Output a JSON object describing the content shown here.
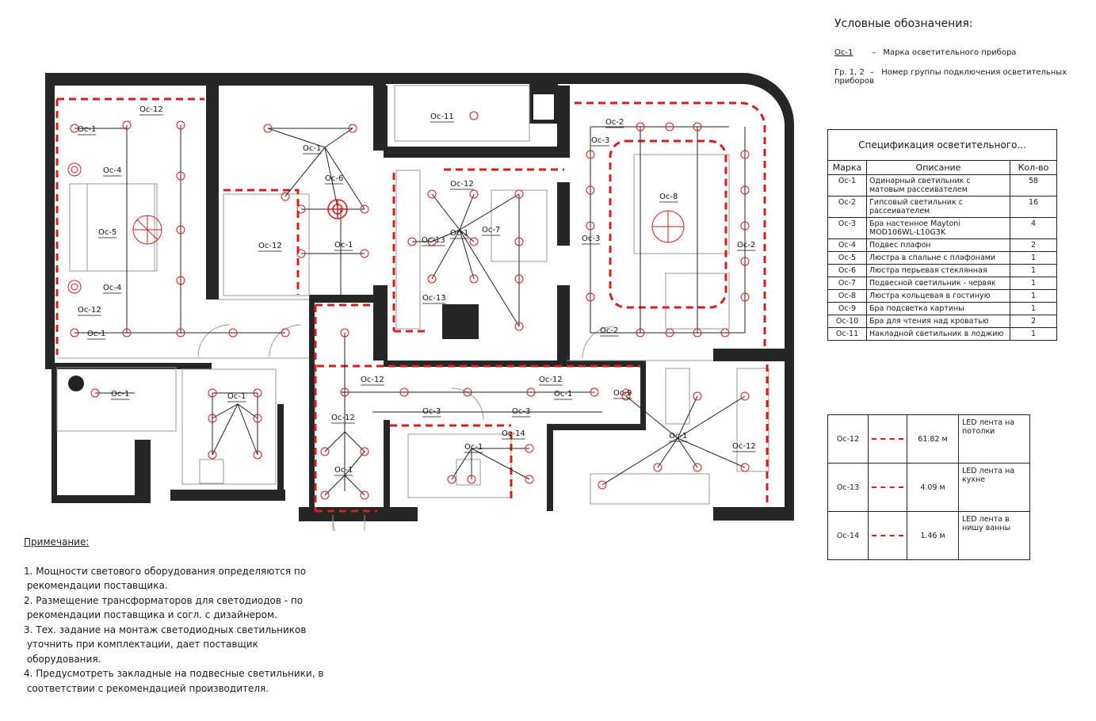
{
  "legend": {
    "title": "Условные обозначения:",
    "rows": [
      {
        "mark": "Ос-1",
        "sep": "–",
        "desc": "Марка осветительного прибора"
      },
      {
        "mark": "Гр. 1, 2",
        "sep": "–",
        "desc": "Номер группы подключения осветительных приборов"
      }
    ]
  },
  "spec": {
    "caption": "Спецификация осветительного...",
    "headers": [
      "Марка",
      "Описание",
      "Кол-во"
    ],
    "rows": [
      {
        "mark": "Ос-1",
        "desc": "Одинарный светильник с матовым рассеивателем",
        "qty": "58"
      },
      {
        "mark": "Ос-2",
        "desc": "Гипсовый светильник с рассеивателем",
        "qty": "16"
      },
      {
        "mark": "Ос-3",
        "desc": "Бра настенное Maytoni MOD106WL-L10G3K",
        "qty": "4"
      },
      {
        "mark": "Ос-4",
        "desc": "Подвес плафон",
        "qty": "2"
      },
      {
        "mark": "Ос-5",
        "desc": "Люстра в спальне с плафонами",
        "qty": "1"
      },
      {
        "mark": "Ос-6",
        "desc": "Люстра перьевая стеклянная",
        "qty": "1"
      },
      {
        "mark": "Ос-7",
        "desc": "Подвесной светильник - червяк",
        "qty": "1"
      },
      {
        "mark": "Ос-8",
        "desc": "Люстра кольцевая в гостиную",
        "qty": "1"
      },
      {
        "mark": "Ос-9",
        "desc": "Бра подсветка картины",
        "qty": "1"
      },
      {
        "mark": "Ос-10",
        "desc": "Бра для чтения над кроватью",
        "qty": "2"
      },
      {
        "mark": "Ос-11",
        "desc": "Накладной светильник в лоджию",
        "qty": "1"
      }
    ]
  },
  "led": [
    {
      "mark": "Ос-12",
      "length": "61.82 м",
      "desc": "LED лента на потолки"
    },
    {
      "mark": "Ос-13",
      "length": "4.09 м",
      "desc": "LED лента на кухне"
    },
    {
      "mark": "Ос-14",
      "length": "1.46 м",
      "desc": "LED лента в нишу ванны"
    }
  ],
  "notes": {
    "heading": "Примечание:",
    "lines": [
      "1. Мощности светового оборудования определяются по",
      " рекомендации поставщика.",
      "2. Размещение трансформаторов для светодиодов - по",
      " рекомендации поставщика и согл. с дизайнером.",
      "3. Тех. задание на монтаж светодиодных светильников",
      " уточнить при комплектации, дает поставщик",
      " оборудования.",
      "4. Предусмотреть закладные на подвесные светильники, в",
      " соответствии с рекомендацией производителя."
    ]
  },
  "plan_labels": {
    "l01": "Ос-12",
    "l02": "Ос-1",
    "l03": "Ос-4",
    "l04": "Ос-5",
    "l05": "Ос-4",
    "l06": "Ос-12",
    "l07": "Ос-1",
    "l08": "Ос-1",
    "l09": "Ос-6",
    "l10": "Ос-12",
    "l11": "Ос-1",
    "l12": "Ос-11",
    "l13": "Ос-12",
    "l14": "Ос-13",
    "l15": "Ос-1",
    "l16": "Ос-7",
    "l17": "Ос-13",
    "l18": "Ос-2",
    "l19": "Ос-3",
    "l20": "Ос-8",
    "l21": "Ос-3",
    "l22": "Ос-2",
    "l23": "Ос-2",
    "l24": "Ос-1",
    "l25": "Ос-1",
    "l26": "Ос-12",
    "l27": "Ос-12",
    "l28": "Ос-1",
    "l29": "Ос-9",
    "l30": "Ос-12",
    "l31": "Ос-3",
    "l32": "Ос-3",
    "l33": "Ос-14",
    "l34": "Ос-1",
    "l35": "Ос-1",
    "l36": "Ос-1",
    "l37": "Ос-12"
  },
  "colors": {
    "wall": "#262626",
    "light": "#d21e1e",
    "line": "#222222"
  }
}
